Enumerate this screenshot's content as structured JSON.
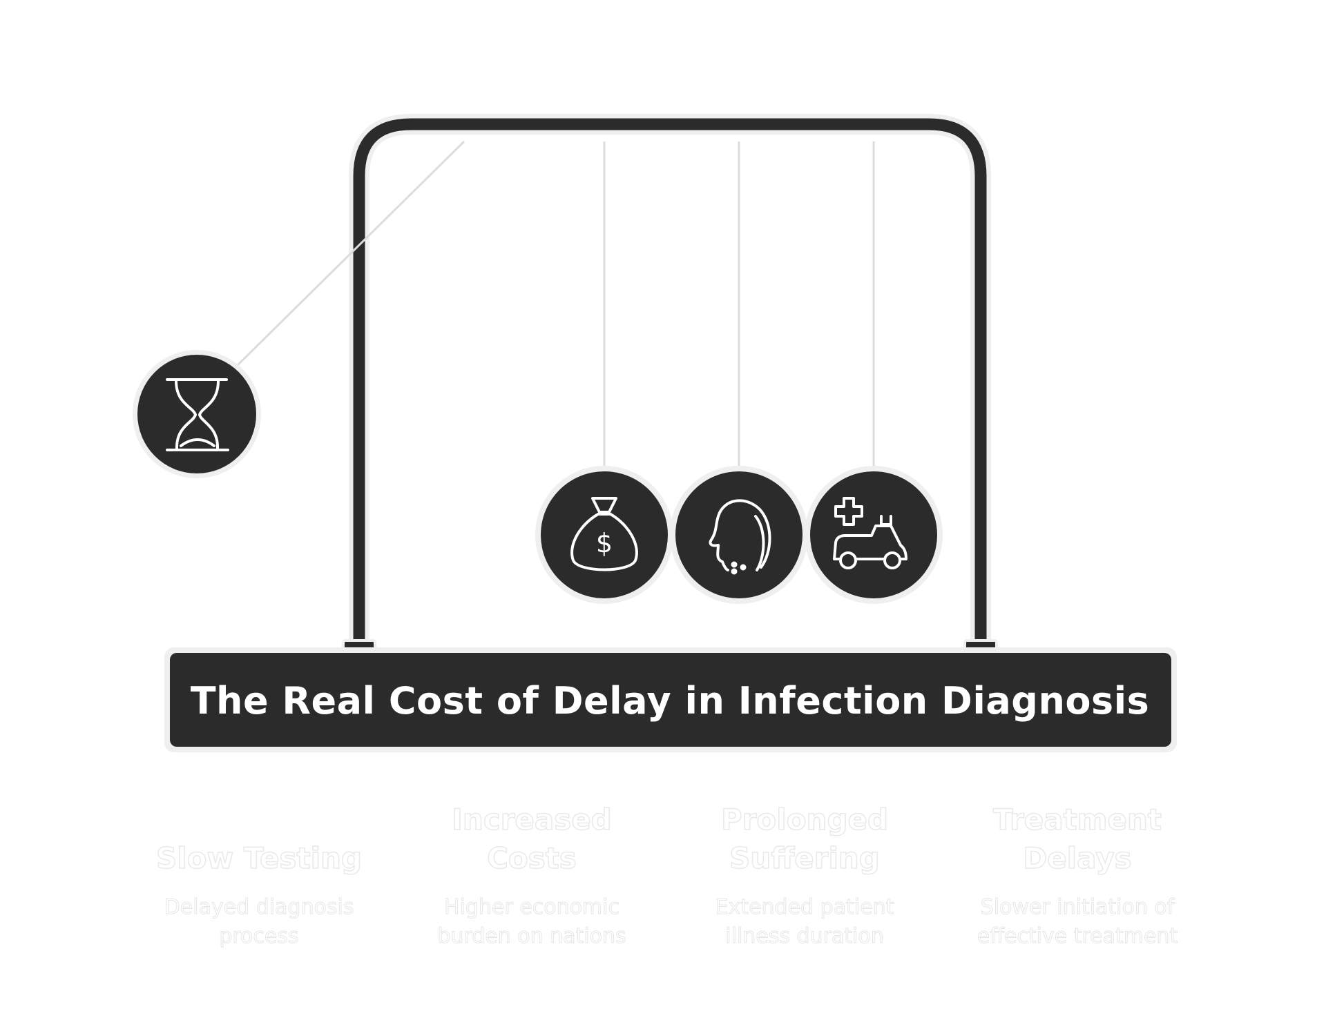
{
  "title": "The Real Cost of Delay in Infection Diagnosis",
  "colors": {
    "dark": "#2b2b2b",
    "halo": "#efefef",
    "string": "#dcdcdc",
    "caption_outline": "#e9e9e9"
  },
  "balls": [
    {
      "icon": "hourglass-icon",
      "state": "raised"
    },
    {
      "icon": "money-bag-icon",
      "state": "resting"
    },
    {
      "icon": "head-profile-icon",
      "state": "resting"
    },
    {
      "icon": "ambulance-icon",
      "state": "resting"
    }
  ],
  "items": [
    {
      "title": "Slow Testing",
      "desc": "Delayed diagnosis process"
    },
    {
      "title": "Increased Costs",
      "desc": "Higher economic burden on nations"
    },
    {
      "title": "Prolonged Suffering",
      "desc": "Extended patient illness duration"
    },
    {
      "title": "Treatment Delays",
      "desc": "Slower initiation of effective treatment"
    }
  ]
}
